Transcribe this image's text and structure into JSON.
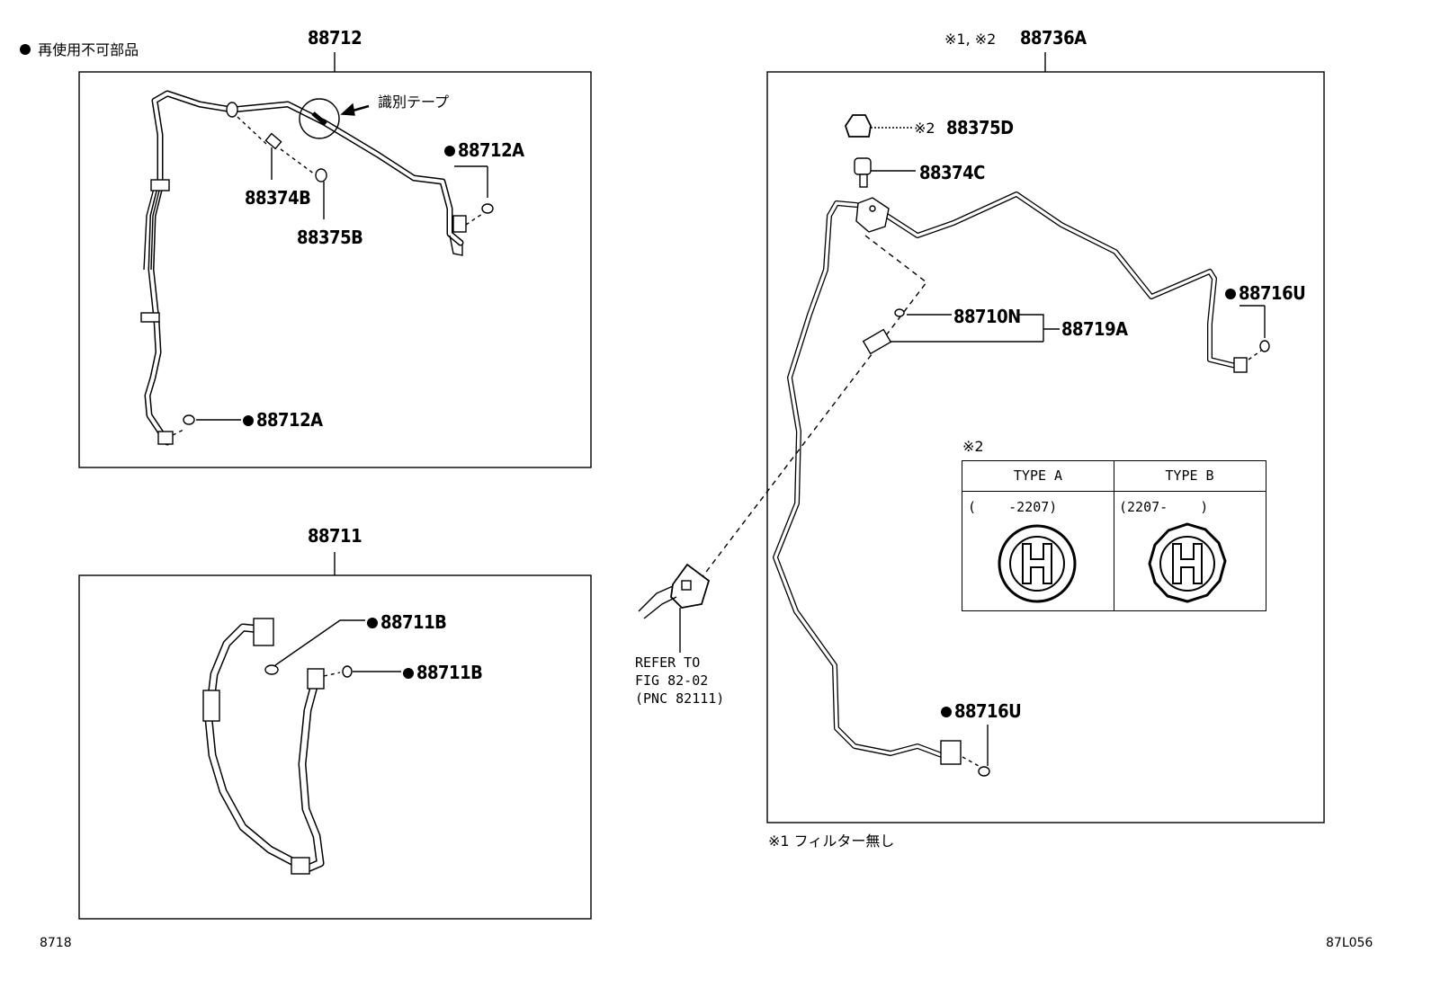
{
  "legend": {
    "non_reusable_mark_label": "再使用不可部品"
  },
  "top_left_assembly": {
    "part_number": "88712",
    "id_tape_label": "識別テープ",
    "parts": {
      "valve_core": "88374B",
      "cap": "88375B",
      "oring_upper": "88712A",
      "oring_lower": "88712A"
    }
  },
  "bottom_left_assembly": {
    "part_number": "88711",
    "parts": {
      "oring_a": "88711B",
      "oring_b": "88711B"
    }
  },
  "right_assembly": {
    "note_marks": "※1, ※2",
    "part_number": "88736A",
    "parts": {
      "cap_note": "※2",
      "cap": "88375D",
      "valve_core": "88374C",
      "switch_oring": "88710N",
      "switch_assy": "88719A",
      "oring_upper": "88716U",
      "oring_lower": "88716U"
    },
    "footnote": "※1 フィルター無し"
  },
  "connector_reference": {
    "line1": "REFER TO",
    "line2": "FIG 82-02",
    "line3": "(PNC 82111)"
  },
  "cap_type_table": {
    "note_mark": "※2",
    "columns": [
      {
        "type": "TYPE A",
        "range": "(    -2207)",
        "icon": "round-h-cap-icon"
      },
      {
        "type": "TYPE B",
        "range": "(2207-    )",
        "icon": "scalloped-h-cap-icon"
      }
    ]
  },
  "footer": {
    "left_code": "8718",
    "right_code": "87L056"
  }
}
